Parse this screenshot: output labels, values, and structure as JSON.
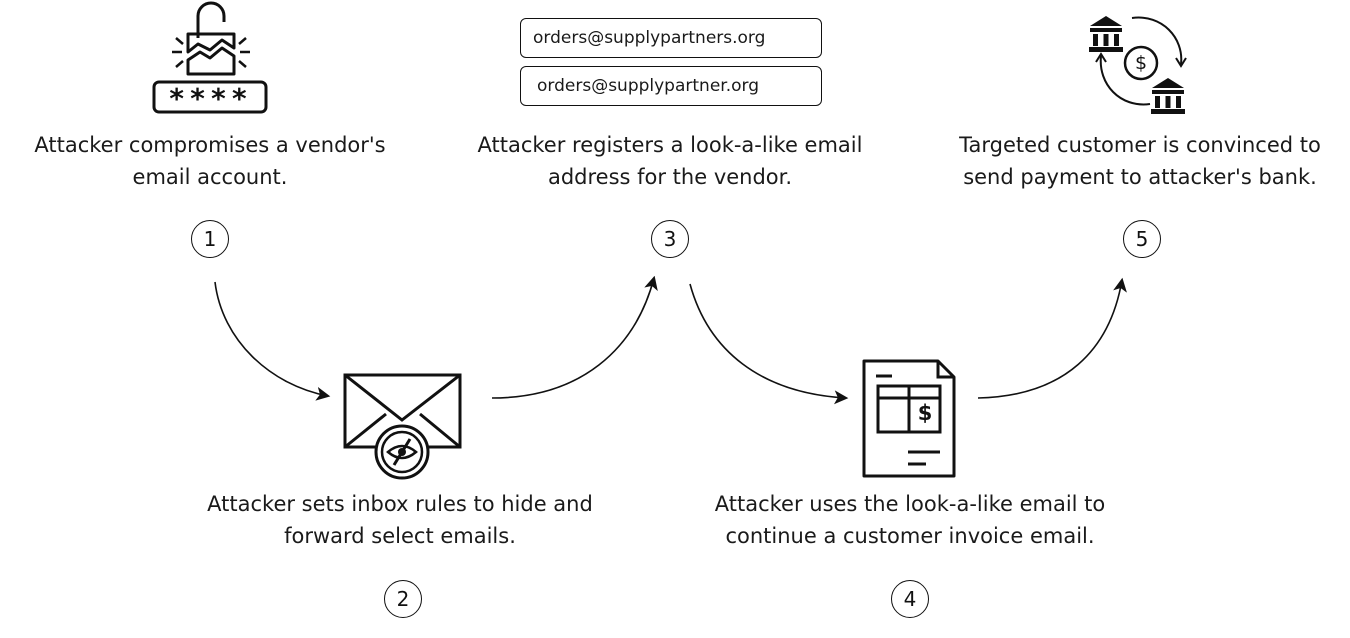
{
  "steps": [
    {
      "number": "1",
      "caption_line1": "Attacker compromises a vendor's",
      "caption_line2": "email account.",
      "icon": "padlock-password-icon"
    },
    {
      "number": "2",
      "caption_line1": "Attacker sets inbox rules to hide and",
      "caption_line2": "forward select emails.",
      "icon": "envelope-hidden-icon"
    },
    {
      "number": "3",
      "caption_line1": "Attacker registers a look-a-like email",
      "caption_line2": "address for the vendor.",
      "icon": "email-address-boxes"
    },
    {
      "number": "4",
      "caption_line1": "Attacker uses the look-a-like email to",
      "caption_line2": "continue a customer invoice email.",
      "icon": "invoice-document-icon"
    },
    {
      "number": "5",
      "caption_line1": "Targeted customer is convinced to",
      "caption_line2": "send payment to attacker's bank.",
      "icon": "bank-transfer-icon"
    }
  ],
  "emails": {
    "real": "orders@supplypartners.org",
    "fake": "orders@supplypartner.org"
  },
  "password_mask": "****",
  "dollar_symbol": "$"
}
